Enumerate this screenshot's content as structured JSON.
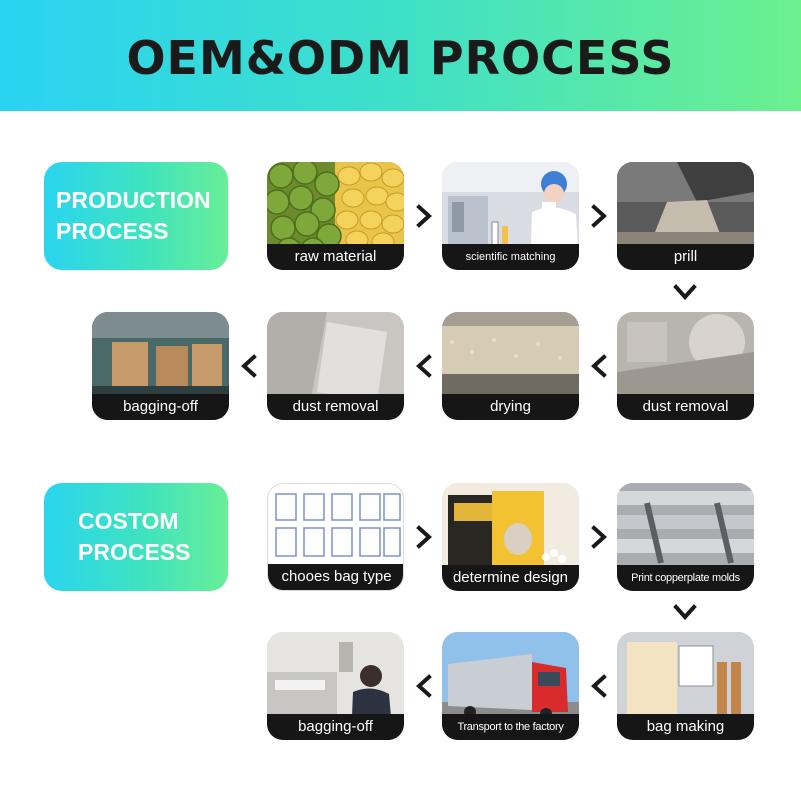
{
  "header": {
    "title": "OEM&ODM PROCESS"
  },
  "production": {
    "label_line1": "PRODUCTION",
    "label_line2": "PROCESS",
    "steps": [
      {
        "caption": "raw material",
        "icon": "corn-and-beans-photo"
      },
      {
        "caption": "scientific matching",
        "icon": "lab-technician-photo"
      },
      {
        "caption": "prill",
        "icon": "granule-machine-photo"
      },
      {
        "caption": "dust removal",
        "icon": "dust-removal-machine-photo"
      },
      {
        "caption": "drying",
        "icon": "drying-conveyor-photo"
      },
      {
        "caption": "dust removal",
        "icon": "dust-removal-photo"
      },
      {
        "caption": "bagging-off",
        "icon": "bagging-line-photo"
      }
    ]
  },
  "custom": {
    "label_line1": "COSTOM",
    "label_line2": "PROCESS",
    "steps": [
      {
        "caption": "chooes bag type",
        "icon": "bag-types-photo"
      },
      {
        "caption": "determine design",
        "icon": "package-design-photo"
      },
      {
        "caption": "Print copperplate molds",
        "icon": "printing-cylinders-photo"
      },
      {
        "caption": "bag making",
        "icon": "bag-making-machine-photo"
      },
      {
        "caption": "Transport to the factory",
        "icon": "truck-photo"
      },
      {
        "caption": "bagging-off",
        "icon": "factory-worker-photo"
      }
    ]
  },
  "colors": {
    "banner_start": "#29d3f2",
    "banner_end": "#6cf08e",
    "caption_bg": "#161616",
    "arrow": "#1a1a1a"
  }
}
